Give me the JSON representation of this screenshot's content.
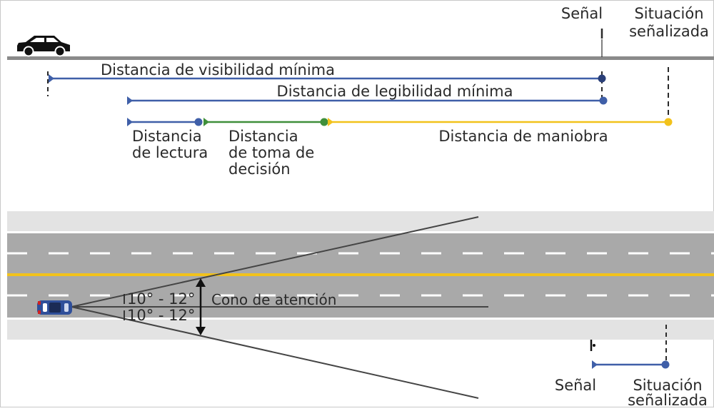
{
  "labels": {
    "senal_top": "Señal",
    "situacion_top_1": "Situación",
    "situacion_top_2": "señalizada",
    "visibilidad": "Distancia de visibilidad mínima",
    "legibilidad": "Distancia de legibilidad mínima",
    "lectura_1": "Distancia",
    "lectura_2": "de lectura",
    "decision_1": "Distancia",
    "decision_2": "de toma de",
    "decision_3": "decisión",
    "maniobra": "Distancia de maniobra",
    "angle_upper": "10° - 12°",
    "angle_lower": "10° - 12°",
    "cono": "Cono de atención",
    "senal_bottom": "Señal",
    "situacion_bottom_1": "Situación",
    "situacion_bottom_2": "señalizada"
  },
  "colors": {
    "blue": "#3f5fa8",
    "green": "#3f8f3a",
    "yellow": "#f2c21b",
    "road_gray": "#a9a9a9",
    "shoulder_gray": "#e3e3e3",
    "top_road": "#8a8a8a",
    "dark": "#2a2a2a",
    "frame": "#c8c8c8"
  },
  "icons": [
    "car-side-icon",
    "car-top-icon",
    "double-arrow-icon"
  ]
}
